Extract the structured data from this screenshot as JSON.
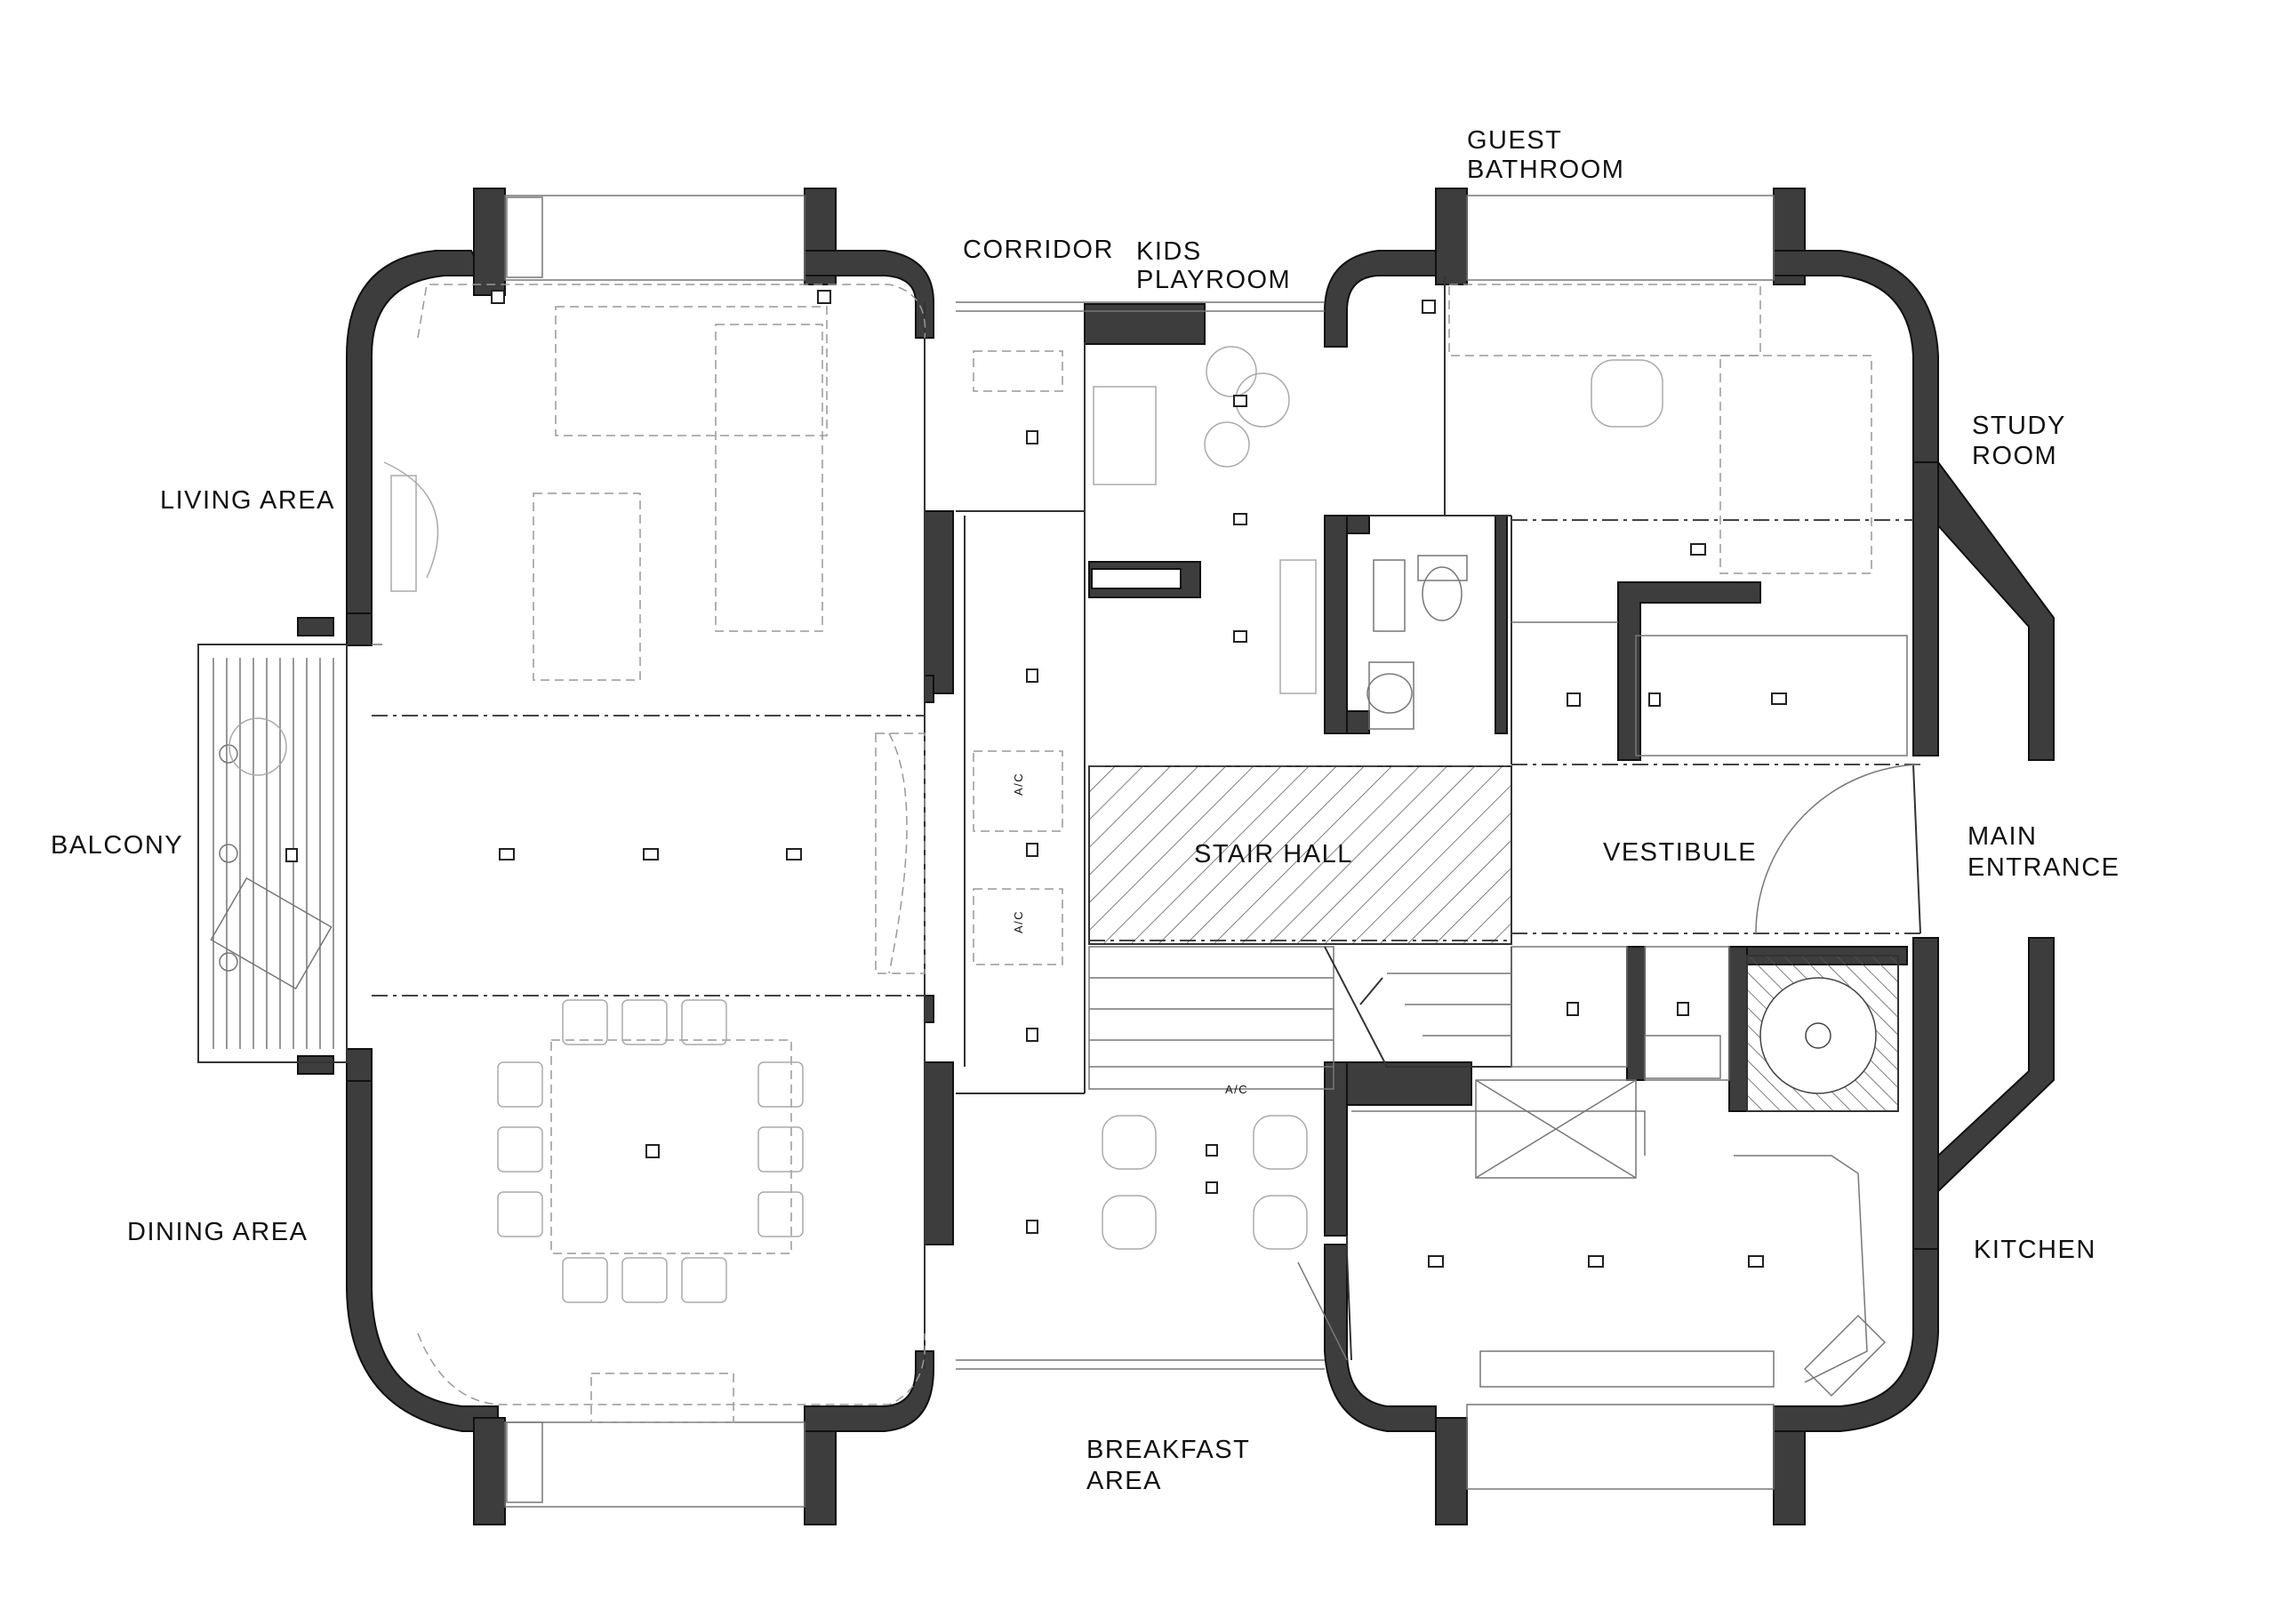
{
  "labels": {
    "living_area": "LIVING  AREA",
    "balcony": "BALCONY",
    "dining_area": "DINING  AREA",
    "corridor": "CORRIDOR",
    "kids_playroom_1": "KIDS",
    "kids_playroom_2": "PLAYROOM",
    "guest_bathroom_1": "GUEST",
    "guest_bathroom_2": "BATHROOM",
    "study_room_1": "STUDY",
    "study_room_2": "ROOM",
    "stair_hall": "STAIR  HALL",
    "vestibule": "VESTIBULE",
    "main_entrance_1": "MAIN",
    "main_entrance_2": "ENTRANCE",
    "kitchen": "KITCHEN",
    "breakfast_area_1": "BREAKFAST",
    "breakfast_area_2": "AREA",
    "ac_1": "A/C",
    "ac_2": "A/C",
    "ac_3": "A/C"
  },
  "colors": {
    "wall": "#3d3d3d",
    "line": "#333333",
    "furniture": "#aaaaaa"
  }
}
